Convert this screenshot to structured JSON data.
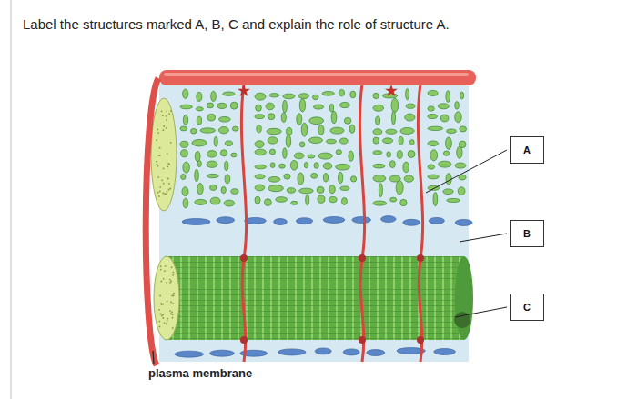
{
  "diagram": {
    "title": "Label the structures marked A, B, C and explain the role of structure A.",
    "nodes": [
      {
        "text": [
          "A"
        ]
      },
      {
        "text": [
          "B"
        ]
      },
      {
        "text": [
          "C"
        ]
      }
    ],
    "edges": [],
    "labels": [
      "plasma membrane"
    ]
  }
}
